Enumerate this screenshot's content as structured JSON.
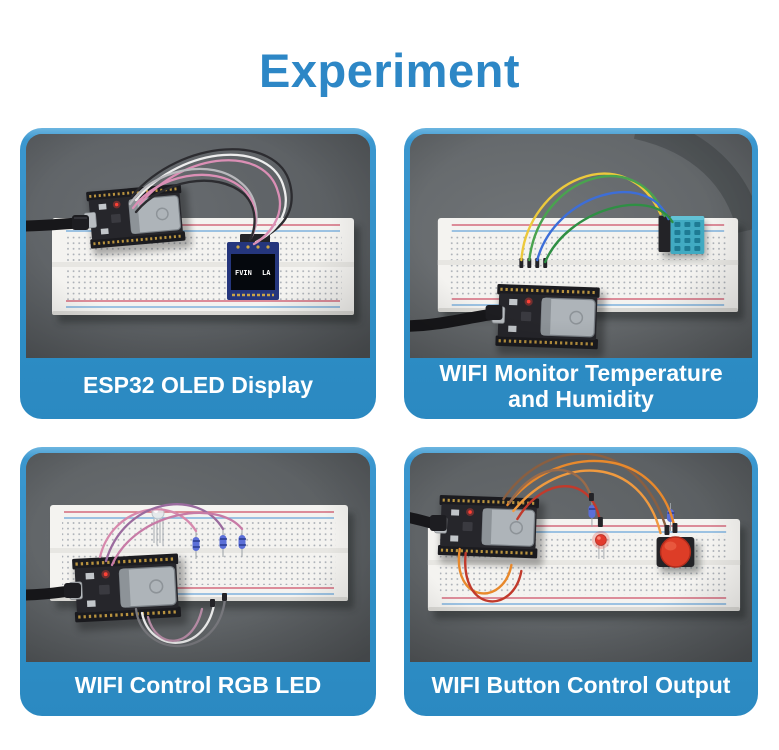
{
  "page": {
    "title": "Experiment",
    "title_color": "#2d87c6",
    "background": "#ffffff"
  },
  "theme": {
    "panel_blue": "#2e8ec6",
    "panel_border_highlight": "#6cb5e0",
    "caption_text_color": "#ffffff",
    "photo_backdrop_gray": "#5e6266",
    "breadboard_white": "#f4f3f0",
    "rail_red": "#d36a7c",
    "rail_blue": "#7fb2dd"
  },
  "panels": [
    {
      "name": "esp32-oled-display",
      "caption": "ESP32 OLED Display",
      "lines": [
        "ESP32 OLED Display"
      ],
      "hardware": [
        "ESP32 dev board",
        "breadboard",
        "OLED display module",
        "jumper wires",
        "USB cable"
      ],
      "oled_text": {
        "left": "FVIN",
        "right": "LA"
      }
    },
    {
      "name": "wifi-monitor-temperature-and-humidity",
      "caption": "WIFI Monitor Temperature and Humidity",
      "lines": [
        "WIFI Monitor Temperature",
        "and Humidity"
      ],
      "hardware": [
        "ESP32 dev board",
        "breadboard",
        "DHT11 temperature-humidity sensor",
        "jumper wires",
        "USB cable"
      ]
    },
    {
      "name": "wifi-control-rgb-led",
      "caption": "WIFI Control RGB LED",
      "lines": [
        "WIFI Control RGB LED"
      ],
      "hardware": [
        "ESP32 dev board",
        "breadboard",
        "RGB LED",
        "resistors",
        "jumper wires",
        "USB cable"
      ]
    },
    {
      "name": "wifi-button-control-output",
      "caption": "WIFI Button Control Output",
      "lines": [
        "WIFI Button Control Output"
      ],
      "hardware": [
        "ESP32 dev board",
        "breadboard",
        "red LED",
        "push button",
        "resistor",
        "jumper wires",
        "USB cable"
      ]
    }
  ]
}
